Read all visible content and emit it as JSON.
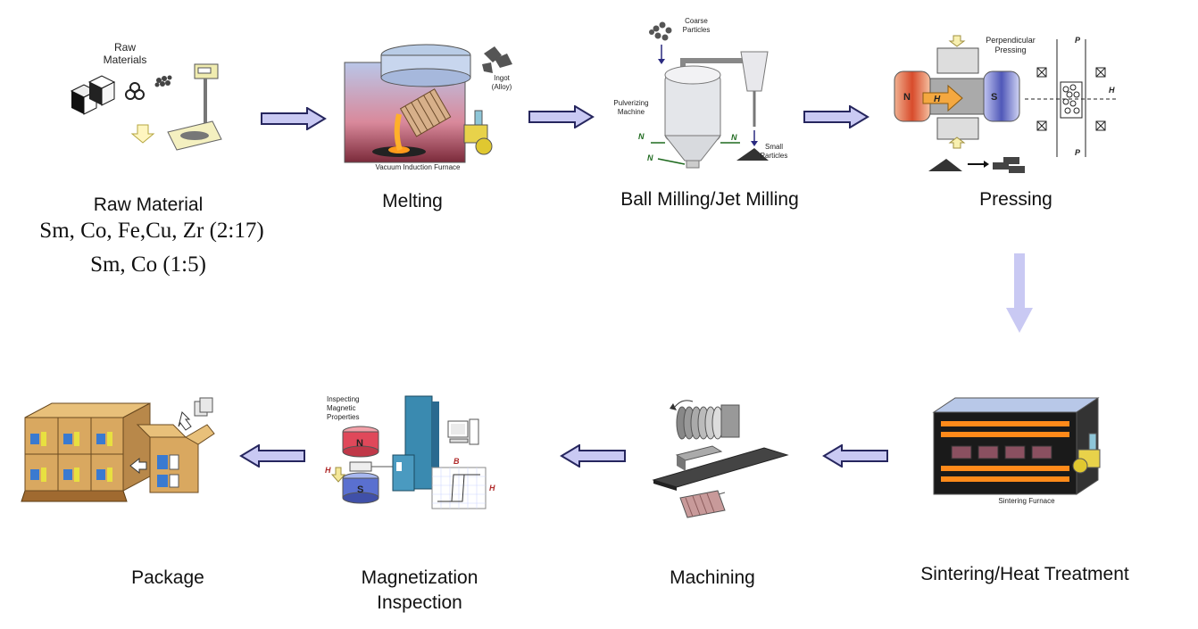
{
  "steps": {
    "raw_material": {
      "title": "Raw Material",
      "line1": "Sm, Co, Fe,Cu, Zr (2:17)",
      "line2": "Sm, Co (1:5)",
      "illus_label": "Raw\nMaterials"
    },
    "melting": {
      "title": "Melting",
      "illus_ingot": "Ingot",
      "illus_alloy": "(Alloy)",
      "illus_furnace": "Vacuum Induction Furnace"
    },
    "milling": {
      "title": "Ball Milling/Jet Milling",
      "illus_coarse1": "Coarse",
      "illus_coarse2": "Particles",
      "illus_pulv1": "Pulverizing",
      "illus_pulv2": "Machine",
      "illus_small1": "Small",
      "illus_small2": "Particles",
      "illus_n2": "N"
    },
    "pressing": {
      "title": "Pressing",
      "illus_perp1": "Perpendicular",
      "illus_perp2": "Pressing",
      "illus_n": "N",
      "illus_s": "S",
      "illus_h": "H",
      "illus_p": "P"
    },
    "sintering": {
      "title": "Sintering/Heat Treatment",
      "illus_furnace": "Sintering Furnace"
    },
    "machining": {
      "title": "Machining"
    },
    "magnetization": {
      "title_line1": "Magnetization",
      "title_line2": "Inspection",
      "illus_insp1": "Inspecting",
      "illus_insp2": "Magnetic",
      "illus_insp3": "Properties",
      "illus_n": "N",
      "illus_s": "S",
      "illus_h": "H",
      "illus_b": "B"
    },
    "package": {
      "title": "Package"
    }
  },
  "colors": {
    "arrow_fill": "#c9c9f3",
    "arrow_stroke": "#26265e"
  }
}
